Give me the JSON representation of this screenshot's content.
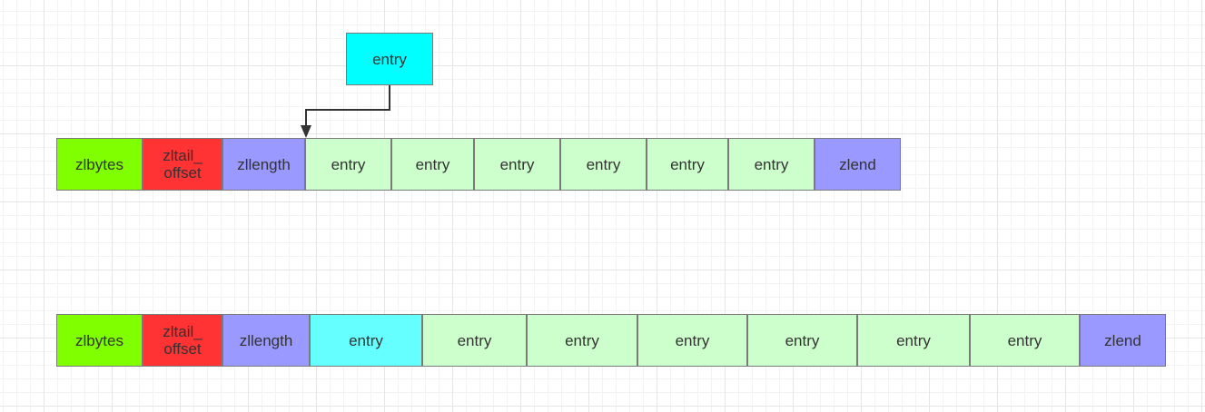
{
  "new_entry": {
    "label": "entry",
    "color": "#00ffff"
  },
  "row1": [
    {
      "label": "zlbytes",
      "color": "#80ff00"
    },
    {
      "label": "zltail_\noffset",
      "color": "#ff3333"
    },
    {
      "label": "zllength",
      "color": "#9999ff"
    },
    {
      "label": "entry",
      "color": "#ccffcc"
    },
    {
      "label": "entry",
      "color": "#ccffcc"
    },
    {
      "label": "entry",
      "color": "#ccffcc"
    },
    {
      "label": "entry",
      "color": "#ccffcc"
    },
    {
      "label": "entry",
      "color": "#ccffcc"
    },
    {
      "label": "entry",
      "color": "#ccffcc"
    },
    {
      "label": "zlend",
      "color": "#9999ff"
    }
  ],
  "row2": [
    {
      "label": "zlbytes",
      "color": "#80ff00"
    },
    {
      "label": "zltail_\noffset",
      "color": "#ff3333"
    },
    {
      "label": "zllength",
      "color": "#9999ff"
    },
    {
      "label": "entry",
      "color": "#66ffff"
    },
    {
      "label": "entry",
      "color": "#ccffcc"
    },
    {
      "label": "entry",
      "color": "#ccffcc"
    },
    {
      "label": "entry",
      "color": "#ccffcc"
    },
    {
      "label": "entry",
      "color": "#ccffcc"
    },
    {
      "label": "entry",
      "color": "#ccffcc"
    },
    {
      "label": "entry",
      "color": "#ccffcc"
    },
    {
      "label": "zlend",
      "color": "#9999ff"
    }
  ]
}
